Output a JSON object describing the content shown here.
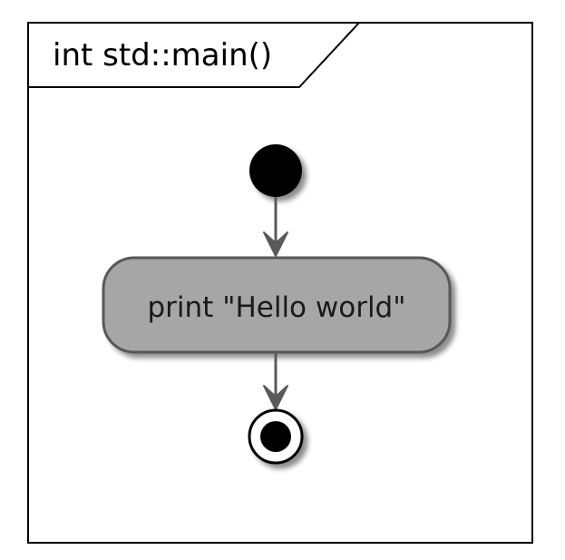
{
  "frame": {
    "title": "int std::main()"
  },
  "nodes": {
    "start": {
      "kind": "initial"
    },
    "action": {
      "label": "print \"Hello world\""
    },
    "end": {
      "kind": "final"
    }
  },
  "colors": {
    "frame_stroke": "#000000",
    "action_fill": "#a6a6a6",
    "action_stroke": "#595959",
    "arrow": "#5a5a5a",
    "node_fill": "#000000"
  }
}
